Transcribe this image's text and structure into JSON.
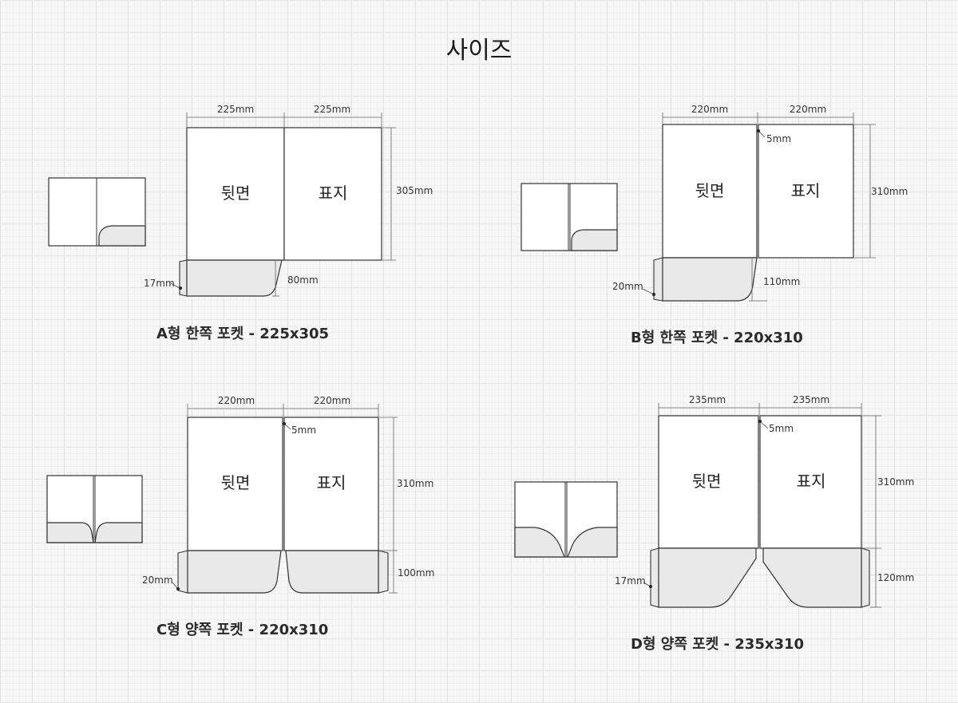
{
  "title": "사이즈",
  "labels": {
    "back": "뒷면",
    "cover": "표지"
  },
  "diagrams": {
    "a": {
      "caption": "A형 한쪽 포켓 - 225x305",
      "width_left": "225mm",
      "width_right": "225mm",
      "height": "305mm",
      "pocket_height": "80mm",
      "tab": "17mm"
    },
    "b": {
      "caption": "B형 한쪽 포켓 - 220x310",
      "width_left": "220mm",
      "width_right": "220mm",
      "spine": "5mm",
      "height": "310mm",
      "pocket_height": "110mm",
      "tab": "20mm"
    },
    "c": {
      "caption": "C형 양쪽 포켓 - 220x310",
      "width_left": "220mm",
      "width_right": "220mm",
      "spine": "5mm",
      "height": "310mm",
      "pocket_height": "100mm",
      "tab": "20mm"
    },
    "d": {
      "caption": "D형 양쪽 포켓 - 235x310",
      "width_left": "235mm",
      "width_right": "235mm",
      "spine": "5mm",
      "height": "310mm",
      "pocket_height": "120mm",
      "tab": "17mm"
    }
  }
}
